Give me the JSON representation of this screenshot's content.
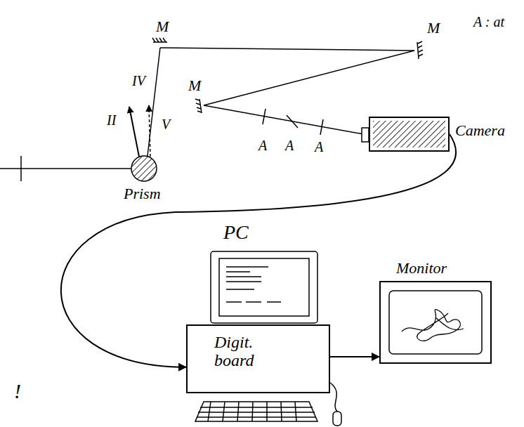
{
  "diagram": {
    "nodes": [
      {
        "text": [
          "Camera"
        ]
      },
      {
        "text": [
          "Digit. board"
        ]
      },
      {
        "text": [
          "Monitor"
        ]
      }
    ],
    "edges": [
      {
        "from": 0,
        "to": 1,
        "arrow": "to"
      },
      {
        "from": 1,
        "to": 2,
        "arrow": "to"
      }
    ],
    "labels": [
      "M",
      "M",
      "A : at",
      "M",
      "IV",
      "II",
      "V",
      "A",
      "A",
      "A",
      "Prism",
      "PC",
      "!"
    ]
  }
}
